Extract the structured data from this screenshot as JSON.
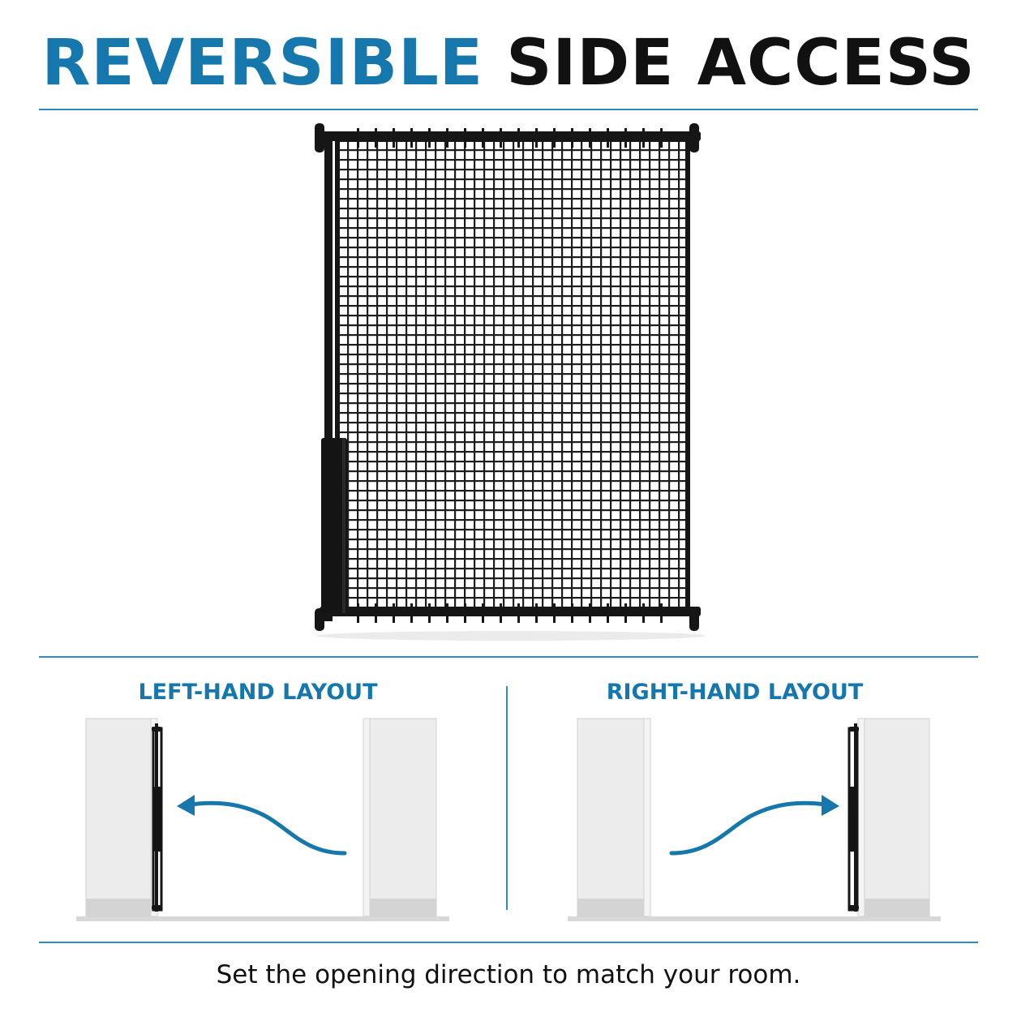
{
  "header": {
    "title_accent": "REVERSIBLE",
    "title_rest": "SIDE ACCESS"
  },
  "layouts": {
    "left_label": "LEFT-HAND LAYOUT",
    "right_label": "RIGHT-HAND LAYOUT"
  },
  "footer": {
    "caption": "Set the opening direction to match your room."
  },
  "colors": {
    "accent": "#1577ab",
    "rule": "#2f8bc0",
    "gate": "#161616",
    "wall": "#ededed"
  },
  "icons": {
    "gate": "mesh-gate-icon",
    "arrow": "swing-arrow-icon"
  }
}
